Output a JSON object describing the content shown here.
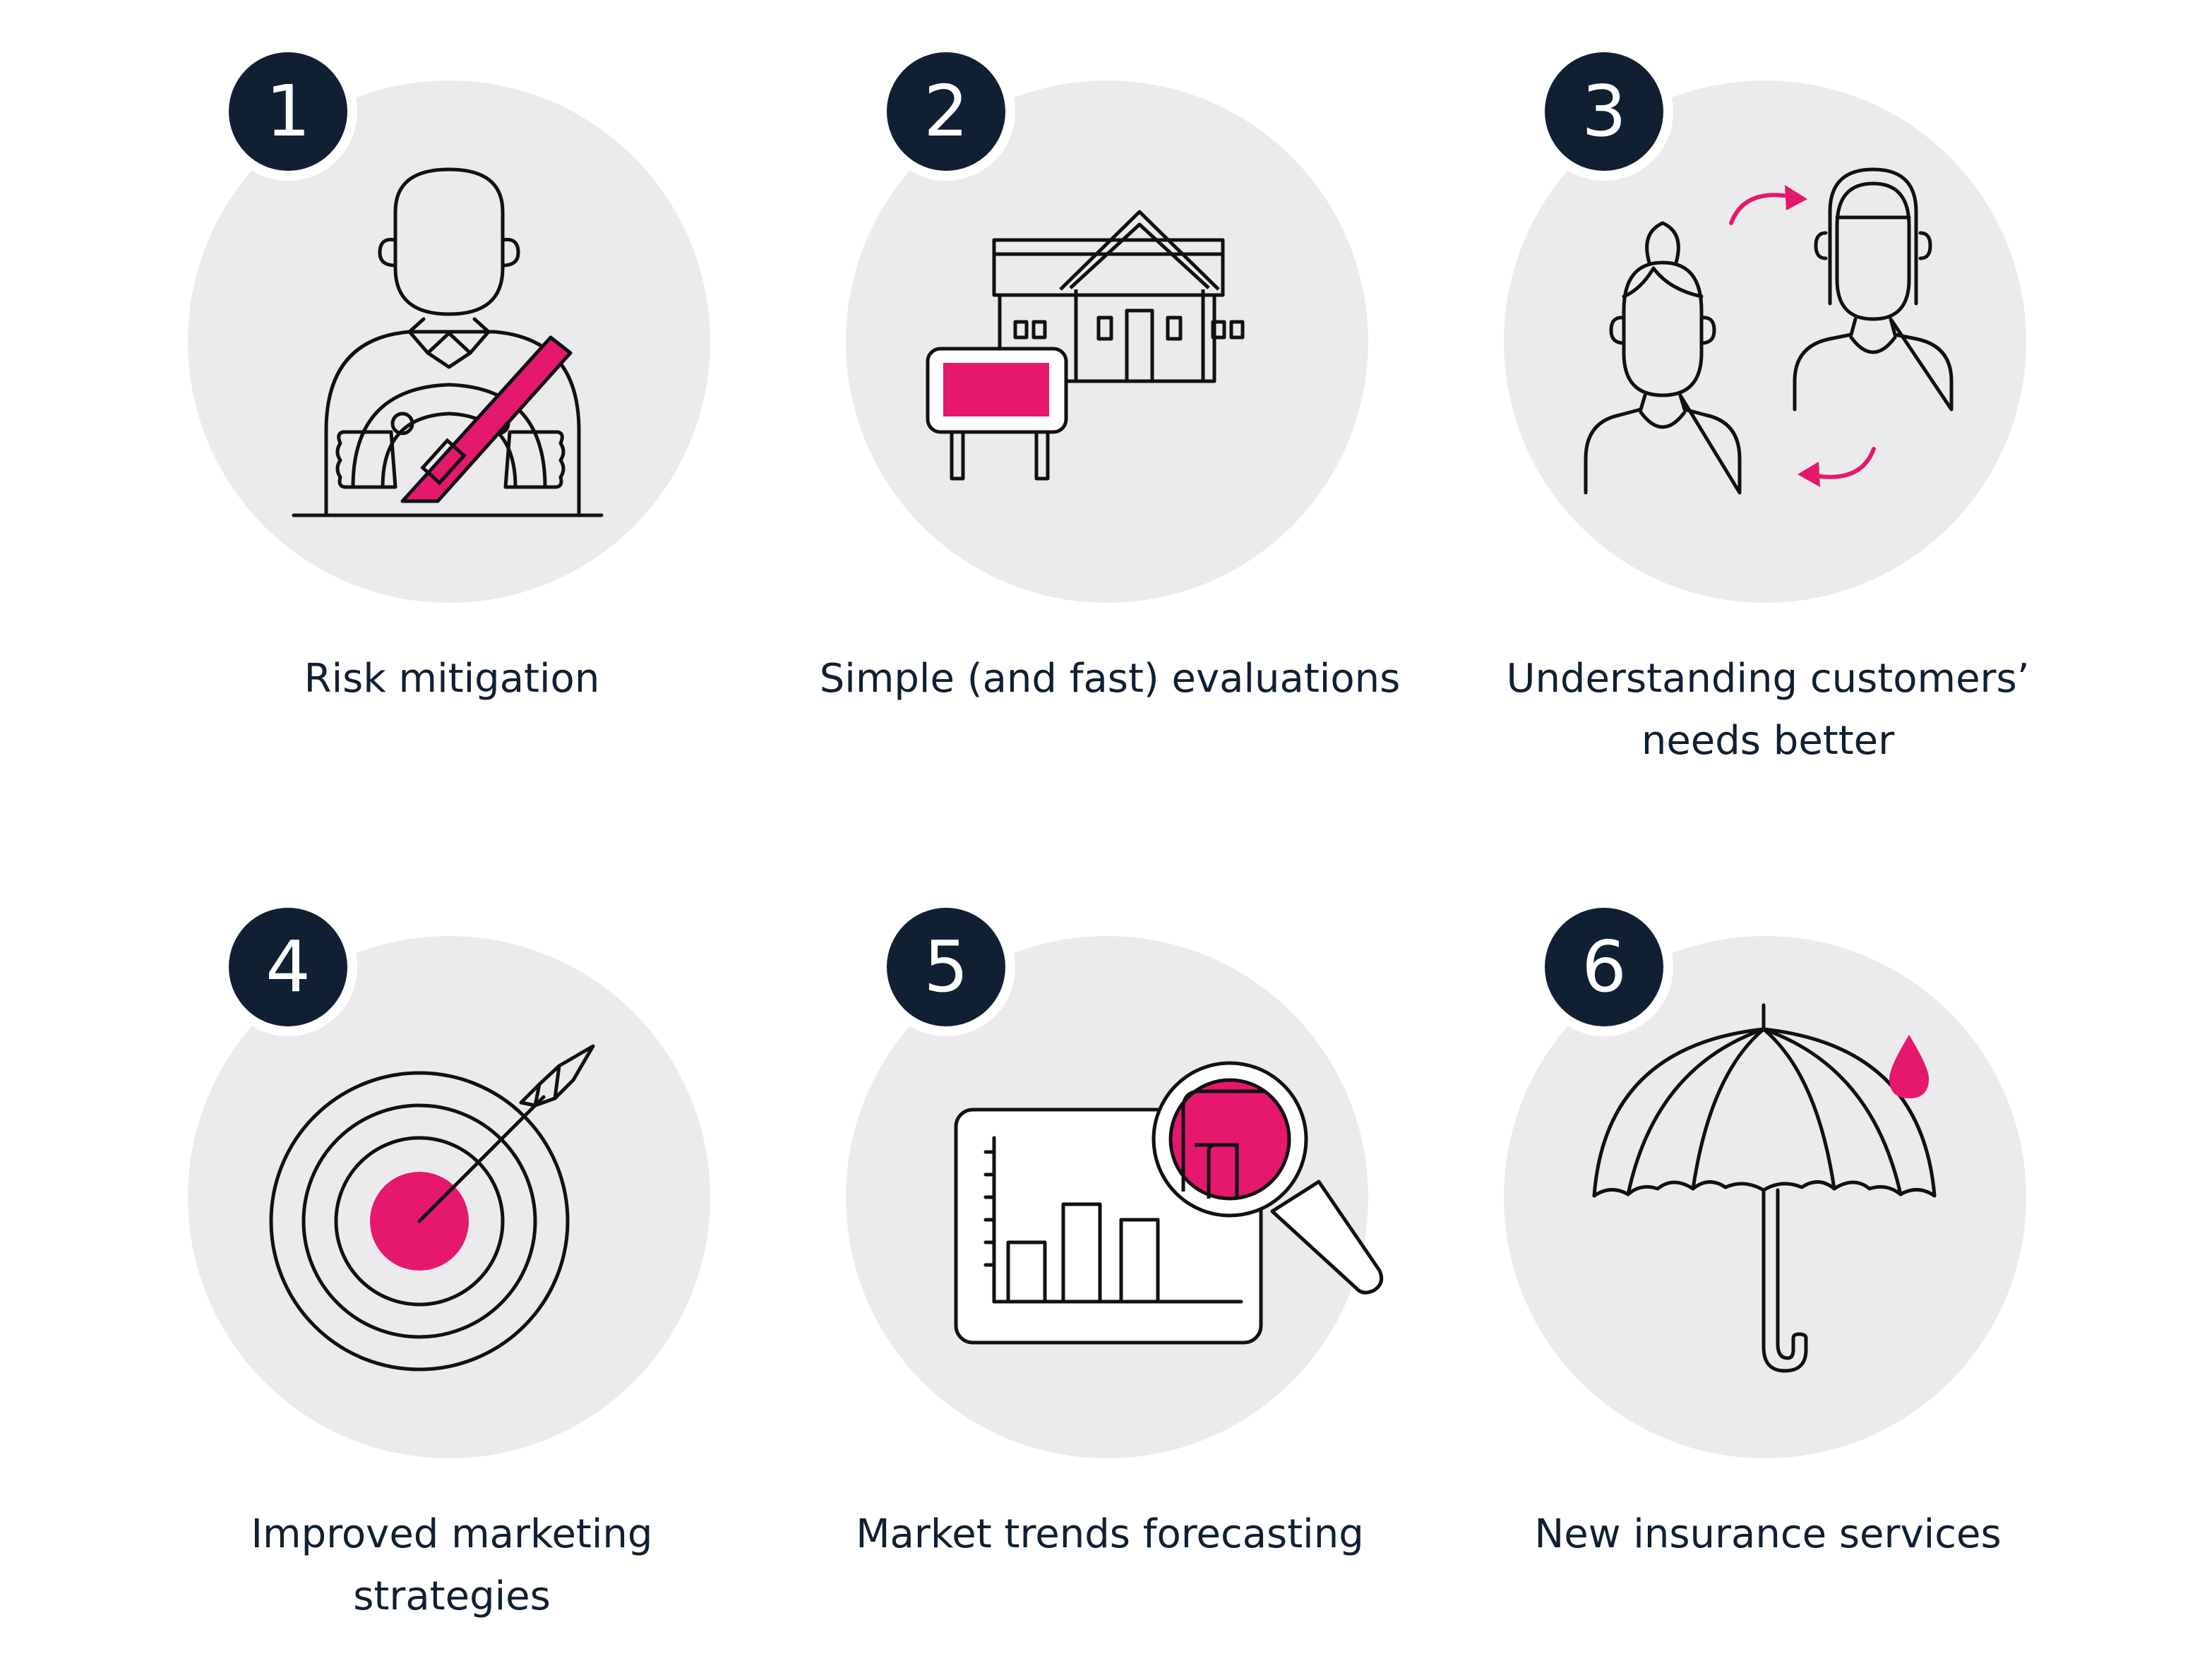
{
  "accent": "#e5186e",
  "ink": "#111111",
  "badge_color": "#111f32",
  "circle_color": "#ebebee",
  "items": [
    {
      "number": "1",
      "icon": "driver-seatbelt-icon",
      "lines": [
        "Risk mitigation"
      ]
    },
    {
      "number": "2",
      "icon": "house-for-sale-icon",
      "lines": [
        "Simple (and fast) evaluations"
      ]
    },
    {
      "number": "3",
      "icon": "customers-exchange-icon",
      "lines": [
        "Understanding customers’",
        "needs better"
      ]
    },
    {
      "number": "4",
      "icon": "target-arrow-icon",
      "lines": [
        "Improved marketing",
        "strategies"
      ]
    },
    {
      "number": "5",
      "icon": "chart-magnifier-icon",
      "lines": [
        "Market trends forecasting"
      ]
    },
    {
      "number": "6",
      "icon": "umbrella-icon",
      "lines": [
        "New insurance services"
      ]
    }
  ]
}
